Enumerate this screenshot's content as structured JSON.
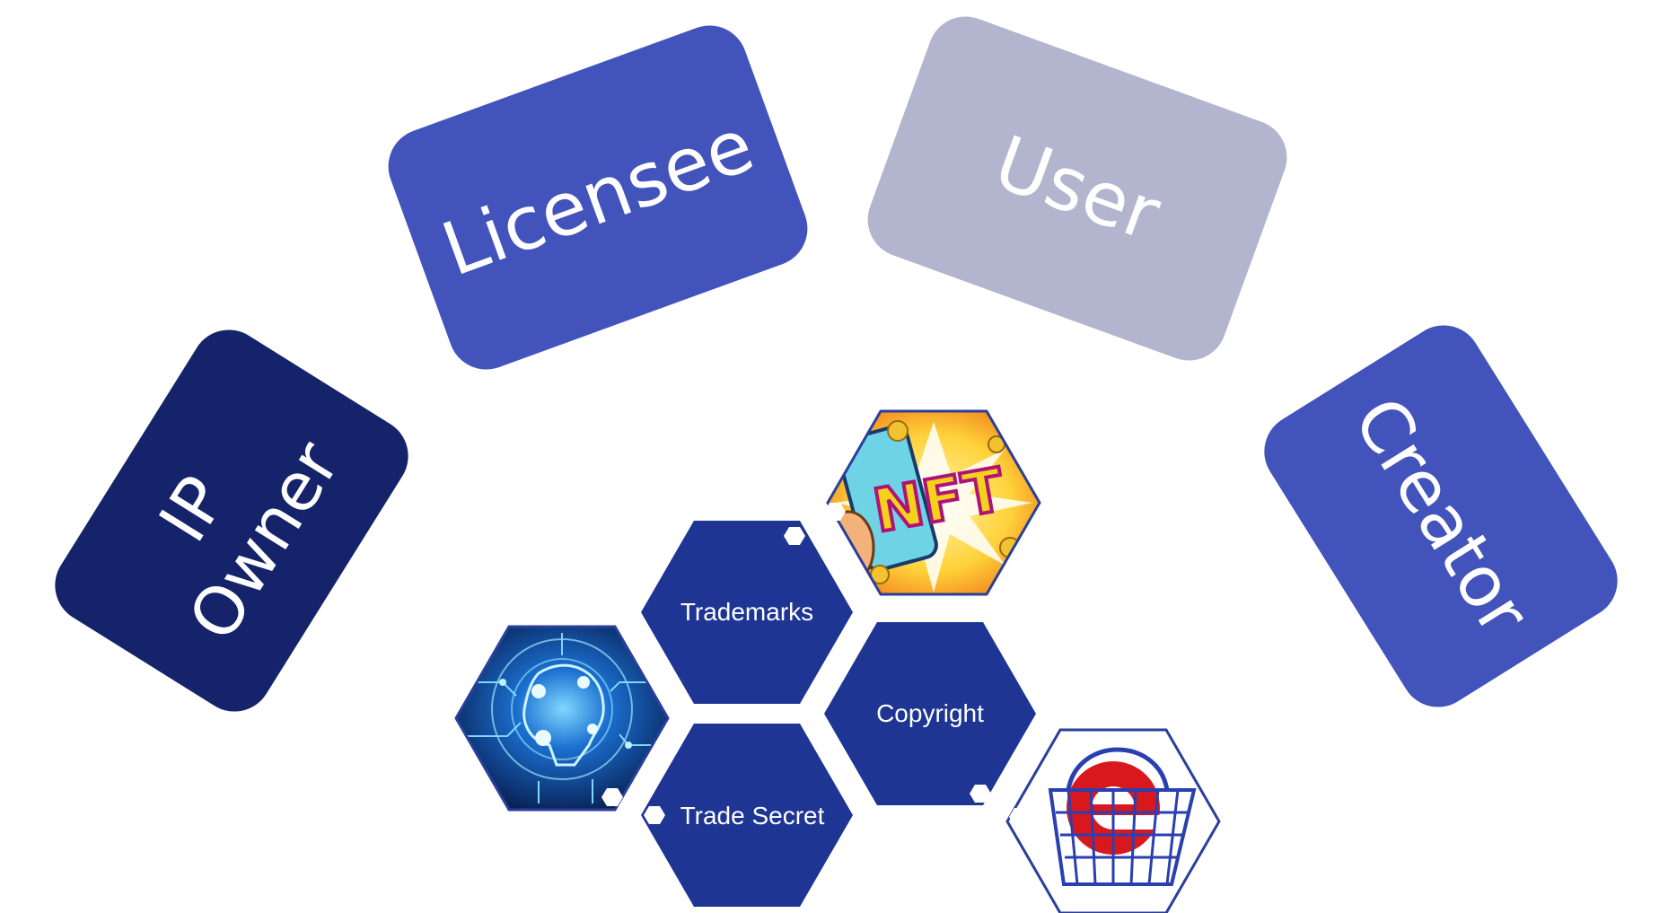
{
  "colors": {
    "dark_navy": "#15236b",
    "medium_blue": "#4254bb",
    "light_gray": "#b3b5ce",
    "hex_blue": "#1e3593",
    "white": "#ffffff"
  },
  "roles": [
    {
      "lines": [
        "IP",
        "Owner"
      ],
      "color": "dark_navy"
    },
    {
      "lines": [
        "Licensee"
      ],
      "color": "medium_blue"
    },
    {
      "lines": [
        "User"
      ],
      "color": "light_gray"
    },
    {
      "lines": [
        "Creator"
      ],
      "color": "medium_blue"
    }
  ],
  "ip_types": {
    "trademarks": "Trademarks",
    "copyright": "Copyright",
    "trade_secret": "Trade Secret"
  },
  "images": [
    {
      "icon": "nft-phone-icon",
      "text": "NFT"
    },
    {
      "icon": "ai-brain-circuit-icon"
    },
    {
      "icon": "ecommerce-basket-icon"
    }
  ]
}
